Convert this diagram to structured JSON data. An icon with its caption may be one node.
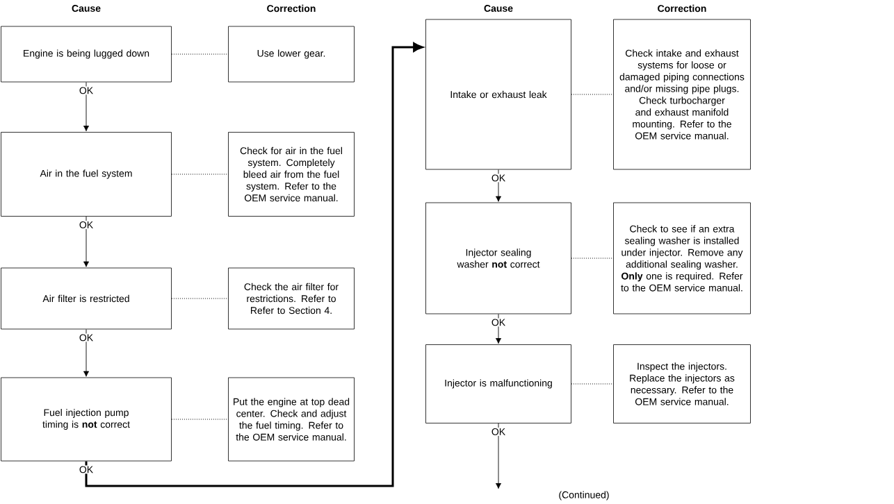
{
  "diagram": {
    "nodes": [
      {
        "text": [
          "Engine is being lugged down"
        ]
      },
      {
        "text": [
          "Use lower gear."
        ]
      },
      {
        "text": [
          "Air in the fuel system"
        ]
      },
      {
        "text": [
          "Check for air in the fuel system. Completely bleed air from the fuel system. Refer to the OEM service manual."
        ]
      },
      {
        "text": [
          "Air filter is restricted"
        ]
      },
      {
        "text": [
          "Check the air filter for restrictions. Refer to Refer to Section 4."
        ]
      },
      {
        "text": [
          "Fuel injection pump timing is **not** correct"
        ]
      },
      {
        "text": [
          "Put the engine at top dead center. Check and adjust the fuel timing. Refer to the OEM service manual."
        ]
      },
      {
        "text": [
          "Intake or exhaust leak"
        ]
      },
      {
        "text": [
          "Check intake and exhaust systems for loose or damaged piping connections and/or missing pipe plugs. Check turbocharger and exhaust manifold mounting. Refer to the OEM service manual."
        ]
      },
      {
        "text": [
          "Injector sealing washer **not** correct"
        ]
      },
      {
        "text": [
          "Check to see if an extra sealing washer is installed under injector. Remove any additional sealing washer. **Only** one is required. Refer to the OEM service manual."
        ]
      },
      {
        "text": [
          "Injector is malfunctioning"
        ]
      },
      {
        "text": [
          "Inspect the injectors. Replace the injectors as necessary. Refer to the OEM service manual."
        ]
      }
    ],
    "edges": [
      {
        "from": 0,
        "to": 1,
        "arrow": "none",
        "style": "dashed"
      },
      {
        "from": 2,
        "to": 3,
        "arrow": "none",
        "style": "dashed"
      },
      {
        "from": 4,
        "to": 5,
        "arrow": "none",
        "style": "dashed"
      },
      {
        "from": 6,
        "to": 7,
        "arrow": "none",
        "style": "dashed"
      },
      {
        "from": 8,
        "to": 9,
        "arrow": "none",
        "style": "dashed"
      },
      {
        "from": 10,
        "to": 11,
        "arrow": "none",
        "style": "dashed"
      },
      {
        "from": 12,
        "to": 13,
        "arrow": "none",
        "style": "dashed"
      },
      {
        "from": 0,
        "to": 2,
        "arrow": "to",
        "label": "OK"
      },
      {
        "from": 2,
        "to": 4,
        "arrow": "to",
        "label": "OK"
      },
      {
        "from": 4,
        "to": 6,
        "arrow": "to",
        "label": "OK"
      },
      {
        "from": 6,
        "to": 8,
        "arrow": "to",
        "label": "OK",
        "style": "thick"
      },
      {
        "from": 8,
        "to": 10,
        "arrow": "to",
        "label": "OK"
      },
      {
        "from": 10,
        "to": 12,
        "arrow": "to",
        "label": "OK"
      },
      {
        "from": 12,
        "to": null,
        "arrow": "to",
        "label": "OK"
      }
    ],
    "labels": [
      "Cause",
      "Correction",
      "Cause",
      "Correction",
      "(Continued)"
    ]
  }
}
